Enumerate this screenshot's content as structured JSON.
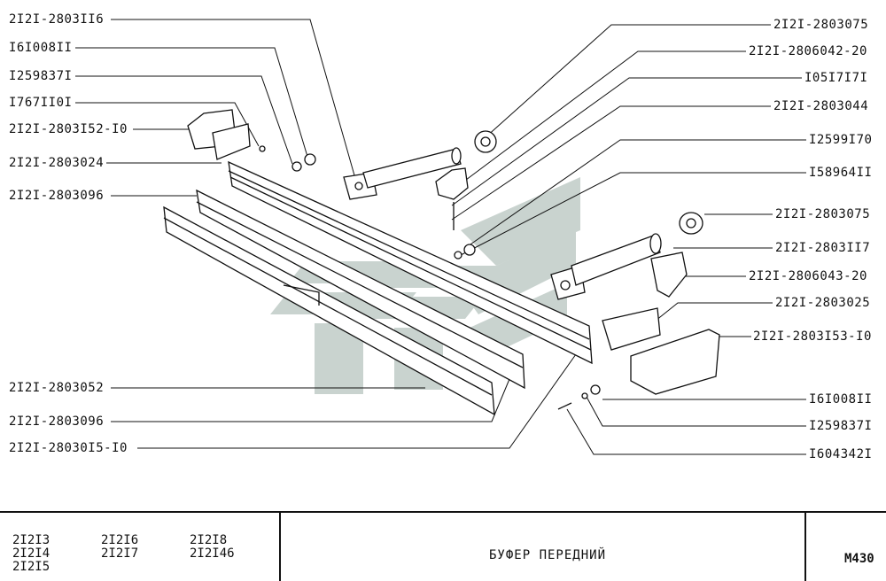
{
  "labels_left": [
    {
      "id": "l1",
      "text": "2I2I-2803II6"
    },
    {
      "id": "l2",
      "text": "I6I008II"
    },
    {
      "id": "l3",
      "text": "I259837I"
    },
    {
      "id": "l4",
      "text": "I767II0I"
    },
    {
      "id": "l5",
      "text": "2I2I-2803I52-I0"
    },
    {
      "id": "l6",
      "text": "2I2I-2803024"
    },
    {
      "id": "l7",
      "text": "2I2I-2803096"
    },
    {
      "id": "l8",
      "text": "2I2I-2803052"
    },
    {
      "id": "l9",
      "text": "2I2I-2803096"
    },
    {
      "id": "l10",
      "text": "2I2I-28030I5-I0"
    }
  ],
  "labels_right": [
    {
      "id": "r1",
      "text": "2I2I-2803075"
    },
    {
      "id": "r2",
      "text": "2I2I-2806042-20"
    },
    {
      "id": "r3",
      "text": "I05I7I7I"
    },
    {
      "id": "r4",
      "text": "2I2I-2803044"
    },
    {
      "id": "r5",
      "text": "I2599I70"
    },
    {
      "id": "r6",
      "text": "I58964II"
    },
    {
      "id": "r7",
      "text": "2I2I-2803075"
    },
    {
      "id": "r8",
      "text": "2I2I-2803II7"
    },
    {
      "id": "r9",
      "text": "2I2I-2806043-20"
    },
    {
      "id": "r10",
      "text": "2I2I-2803025"
    },
    {
      "id": "r11",
      "text": "2I2I-2803I53-I0"
    },
    {
      "id": "r12",
      "text": "I6I008II"
    },
    {
      "id": "r13",
      "text": "I259837I"
    },
    {
      "id": "r14",
      "text": "I604342I"
    }
  ],
  "footer": {
    "models_col1": [
      "2I2I3",
      "2I2I4",
      "2I2I5"
    ],
    "models_col2": [
      "2I2I6",
      "2I2I7"
    ],
    "models_col3": [
      "2I2I8",
      "2I2I46"
    ],
    "title": "БУФЕР  ПЕРЕДНИЙ",
    "page_code": "M430"
  },
  "colors": {
    "ink": "#111111",
    "watermark": "#c9d3cf"
  }
}
